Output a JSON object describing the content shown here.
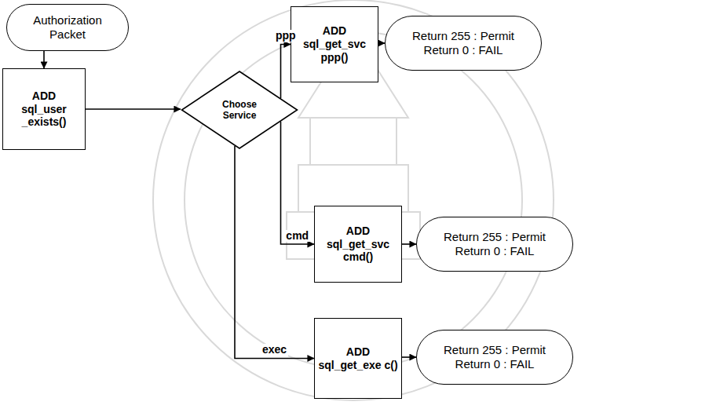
{
  "diagram": {
    "nodes": [
      {
        "text": [
          "Authorization Packet"
        ]
      },
      {
        "text": [
          "ADD sql_user _exists()"
        ]
      },
      {
        "text": [
          "Choose Service"
        ]
      },
      {
        "text": [
          "ADD sql_get_svc ppp()"
        ]
      },
      {
        "text": [
          "Return 255 : Permit",
          "Return 0 : FAIL"
        ]
      },
      {
        "text": [
          "ADD sql_get_svc cmd()"
        ]
      },
      {
        "text": [
          "Return 255 : Permit",
          "Return 0 : FAIL"
        ]
      },
      {
        "text": [
          "ADD sql_get_exe c()"
        ]
      },
      {
        "text": [
          "Return 255 : Permit",
          "Return 0 : FAIL"
        ]
      }
    ],
    "edges": [
      {
        "from": 0,
        "to": 1,
        "arrow": "to"
      },
      {
        "from": 1,
        "to": 2,
        "arrow": "to"
      },
      {
        "from": 2,
        "to": 3,
        "label": "ppp",
        "arrow": "to"
      },
      {
        "from": 2,
        "to": 5,
        "label": "cmd",
        "arrow": "to"
      },
      {
        "from": 2,
        "to": 7,
        "label": "exec",
        "arrow": "to"
      },
      {
        "from": 3,
        "to": 4,
        "arrow": "to"
      },
      {
        "from": 5,
        "to": 6,
        "arrow": "to"
      },
      {
        "from": 7,
        "to": 8,
        "arrow": "to"
      }
    ]
  }
}
